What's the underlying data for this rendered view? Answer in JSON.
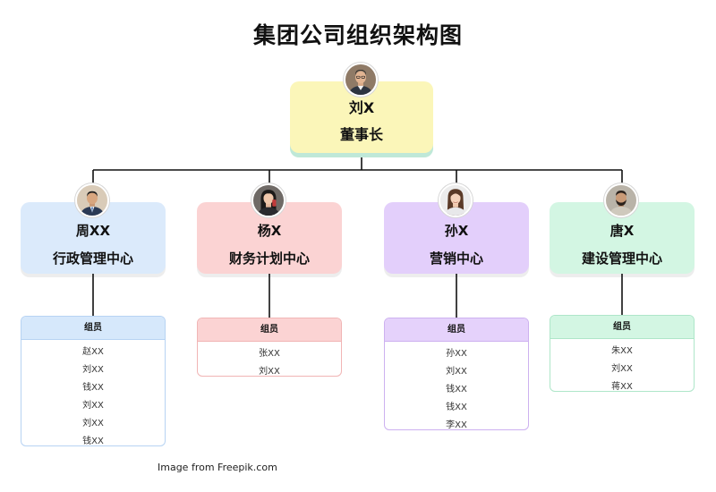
{
  "title": "集团公司组织架构图",
  "ceo": {
    "name": "刘X",
    "role": "董事长"
  },
  "departments": [
    {
      "name": "周XX",
      "role": "行政管理中心",
      "color": "#dbeafb",
      "header_color": "#d6e8fb",
      "border_color": "#b7d3f3",
      "members_title": "组员",
      "members": [
        "赵XX",
        "刘XX",
        "钱XX",
        "刘XX",
        "刘XX",
        "钱XX"
      ]
    },
    {
      "name": "杨X",
      "role": "财务计划中心",
      "color": "#fbd3d3",
      "header_color": "#fbd3d3",
      "border_color": "#f1b5b5",
      "members_title": "组员",
      "members": [
        "张XX",
        "刘XX"
      ]
    },
    {
      "name": "孙X",
      "role": "营销中心",
      "color": "#e3cffb",
      "header_color": "#e5d2fb",
      "border_color": "#cdb1f0",
      "members_title": "组员",
      "members": [
        "孙XX",
        "刘XX",
        "钱XX",
        "钱XX",
        "李XX"
      ]
    },
    {
      "name": "唐X",
      "role": "建设管理中心",
      "color": "#d3f6e3",
      "header_color": "#d3f6e3",
      "border_color": "#aee6c9",
      "members_title": "组员",
      "members": [
        "朱XX",
        "刘XX",
        "蒋XX"
      ]
    }
  ],
  "credit": "Image from Freepik.com"
}
